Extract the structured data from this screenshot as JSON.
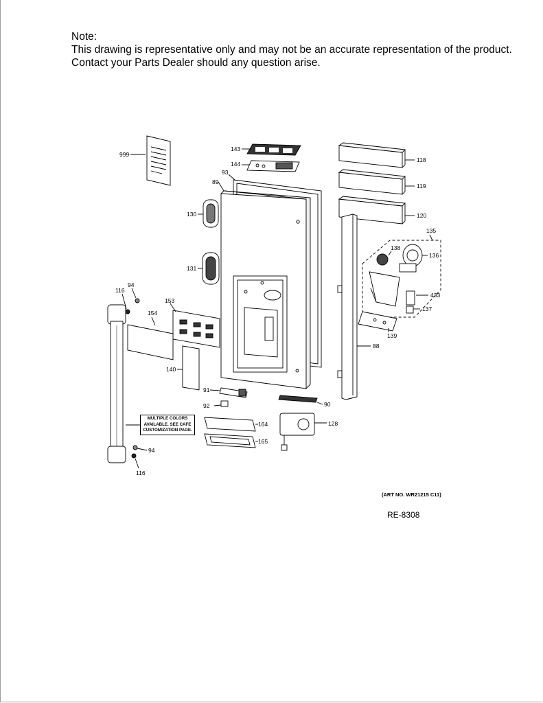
{
  "note": {
    "heading": "Note:",
    "line1": "This drawing is representative only and may not be an accurate representation of the product.",
    "line2": "Contact your Parts Dealer should any question arise."
  },
  "callout": {
    "line1": "MULTIPLE COLORS",
    "line2": "AVAILABLE. SEE CAFE",
    "line3": "CUSTOMIZATION PAGE."
  },
  "art_no": "(ART NO. WR21215 C11)",
  "ref": "RE-8308",
  "parts": {
    "p999": "999",
    "p143": "143",
    "p144": "144",
    "p93": "93",
    "p89": "89",
    "p118": "118",
    "p119": "119",
    "p120": "120",
    "p130": "130",
    "p135": "135",
    "p138": "138",
    "p136": "136",
    "p131": "131",
    "p433": "433",
    "p137": "137",
    "p94a": "94",
    "p116a": "116",
    "p153": "153",
    "p154": "154",
    "p139": "139",
    "p88": "88",
    "p140": "140",
    "p91": "91",
    "p90": "90",
    "p92": "92",
    "p164": "164",
    "p128": "128",
    "p165": "165",
    "p94b": "94",
    "p116b": "116"
  }
}
